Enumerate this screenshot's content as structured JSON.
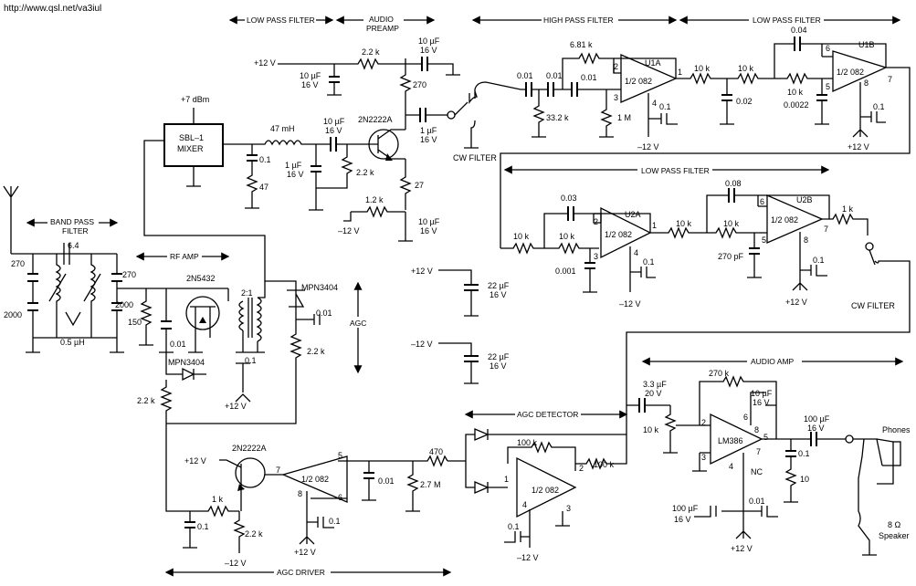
{
  "url": "http://www.qsl.net/va3iul",
  "sections": {
    "lpf1": "LOW PASS FILTER",
    "preamp_l1": "AUDIO",
    "preamp_l2": "PREAMP",
    "hpf": "HIGH PASS FILTER",
    "lpf2": "LOW PASS FILTER",
    "lpf3": "LOW PASS FILTER",
    "bpf_l1": "BAND PASS",
    "bpf_l2": "FILTER",
    "rfamp": "RF AMP",
    "agc": "AGC",
    "agc_detector": "AGC DETECTOR",
    "audio_amp": "AUDIO AMP",
    "agc_driver": "AGC DRIVER"
  },
  "labels": {
    "mixer_l1": "SBL–1",
    "mixer_l2": "MIXER",
    "plus7dbm": "+7 dBm",
    "inductor_47mh": "47 mH",
    "r_47": "47",
    "c_01a": "0.1",
    "q1": "2N2222A",
    "r_22k_a": "2.2 k",
    "r_270": "270",
    "c_10uf_a1": "10 µF",
    "c_10uf_a2": "16 V",
    "c_10uf_b1": "10 µF",
    "c_10uf_b2": "16 V",
    "c_10uf_c1": "10 µF",
    "c_10uf_c2": "16 V",
    "c_1uf_a1": "1 µF",
    "c_1uf_a2": "16 V",
    "c_1uf_b1": "1 µF",
    "c_1uf_b2": "16 V",
    "r_22k_b": "2.2 k",
    "r_27": "27",
    "r_12k": "1.2 k",
    "minus12": "–12 V",
    "plus12": "+12 V",
    "c_10uf_d1": "10 µF",
    "c_10uf_d2": "16 V",
    "cw_filter": "CW FILTER",
    "c_001a": "0.01",
    "c_001b": "0.01",
    "c_001c": "0.01",
    "r_332k": "33.2 k",
    "r_681k": "6.81 k",
    "r_1m": "1 M",
    "u1a": "U1A",
    "u1a_type": "1/2 082",
    "u1b": "U1B",
    "u1b_type": "1/2 082",
    "r_10k_1": "10 k",
    "r_10k_2": "10 k",
    "r_10k_3": "10 k",
    "c_002": "0.02",
    "c_0022": "0.0022",
    "c_004": "0.04",
    "c_01_u1a": "0.1",
    "c_01_u1b": "0.1",
    "u2a": "U2A",
    "u2a_type": "1/2 082",
    "u2b": "U2B",
    "u2b_type": "1/2 082",
    "c_003": "0.03",
    "c_0001": "0.001",
    "c_008": "0.08",
    "c_270pf": "270 pF",
    "r_1k": "1 k",
    "c_01_u2a": "0.1",
    "c_01_u2b": "0.1",
    "c_22uf_a1": "22 µF",
    "c_22uf_a2": "16 V",
    "c_22uf_b1": "22 µF",
    "c_22uf_b2": "16 V",
    "l_64": "6.4",
    "c_270a": "270",
    "c_270b": "270",
    "c_2000a": "2000",
    "c_2000b": "2000",
    "l_05uh": "0.5 µH",
    "r_150": "150",
    "c_001_rf": "0.01",
    "q_2n5432": "2N5432",
    "t_21": "2:1",
    "d_mpn1": "MPN3404",
    "d_mpn2": "MPN3404",
    "c_001_agc": "0.01",
    "c_01_rf": "0.1",
    "r_22k_agc": "2.2 k",
    "r_22k_rf": "2.2 k",
    "q_drv": "2N2222A",
    "op_drv": "1/2 082",
    "pin7": "7",
    "pin5": "5",
    "pin6": "6",
    "pin8": "8",
    "c_001_drv": "0.01",
    "r_27m": "2.7 M",
    "r_470": "470",
    "r_1k_drv": "1 k",
    "r_22k_drv": "2.2 k",
    "c_01_drv1": "0.1",
    "c_01_drv2": "0.1",
    "r_100k_a": "100 k",
    "r_100k_b": "100 k",
    "op_det": "1/2 082",
    "c_01_det": "0.1",
    "c_33uf1": "3.3 µF",
    "c_33uf2": "20 V",
    "r_10k_vol": "10 k",
    "r_270k": "270 k",
    "c_10uf_e1": "10 µF",
    "c_10uf_e2": "16 V",
    "lm386": "LM386",
    "nc": "NC",
    "c_100uf_a1": "100 µF",
    "c_100uf_a2": "16 V",
    "c_100uf_b1": "100 µF",
    "c_100uf_b2": "16 V",
    "c_01_amp": "0.1",
    "r_10": "10",
    "c_001_amp": "0.01",
    "phones": "Phones",
    "spk1": "8 Ω",
    "spk2": "Speaker"
  }
}
